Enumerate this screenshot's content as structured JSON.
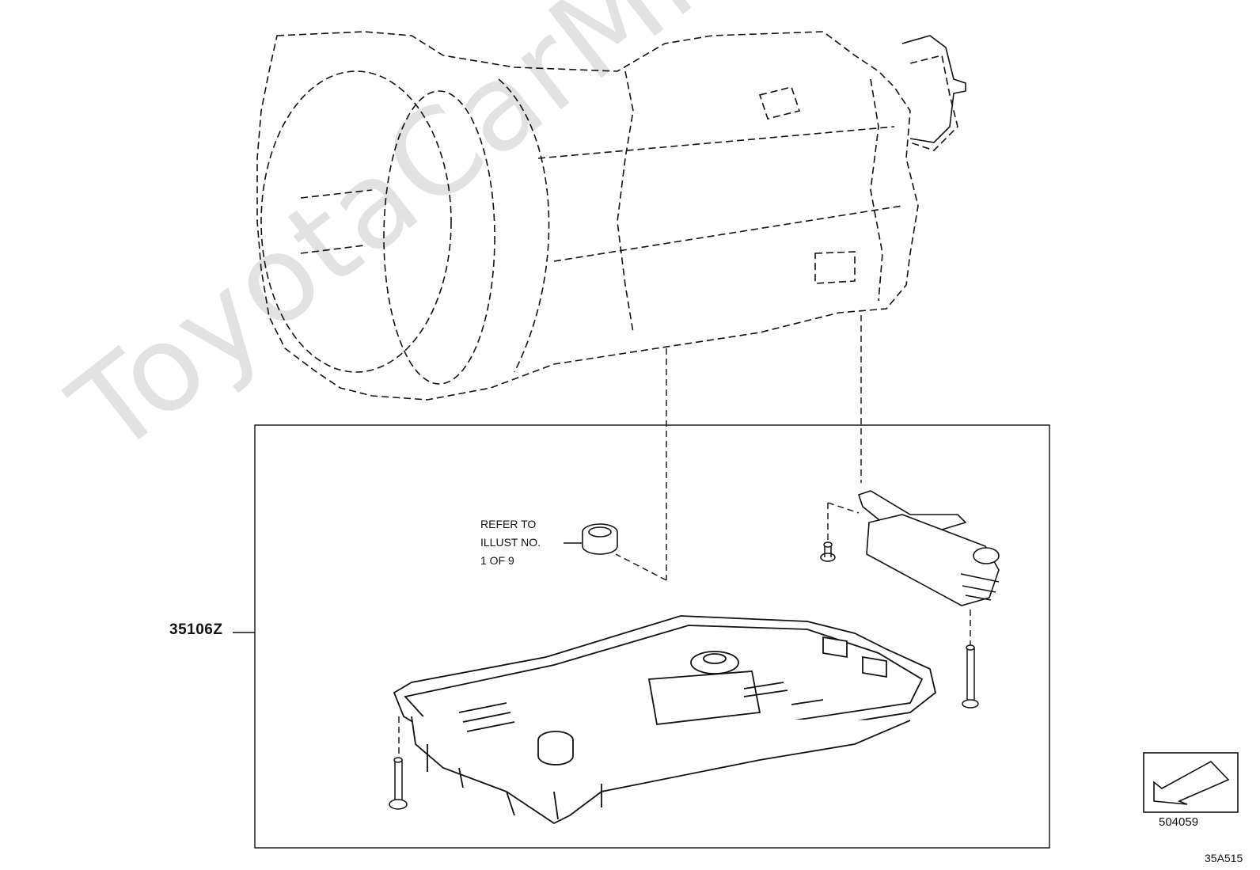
{
  "watermark": "ToyotaCarMine.ru",
  "callouts": {
    "refer_line1": "REFER TO",
    "refer_line2": "ILLUST NO.",
    "refer_line3": "1 OF 9",
    "part_number": "35106Z",
    "reference_code": "504059",
    "sheet_code": "35A515"
  },
  "icons": {
    "direction_icon": "arrow-down-left-icon"
  }
}
